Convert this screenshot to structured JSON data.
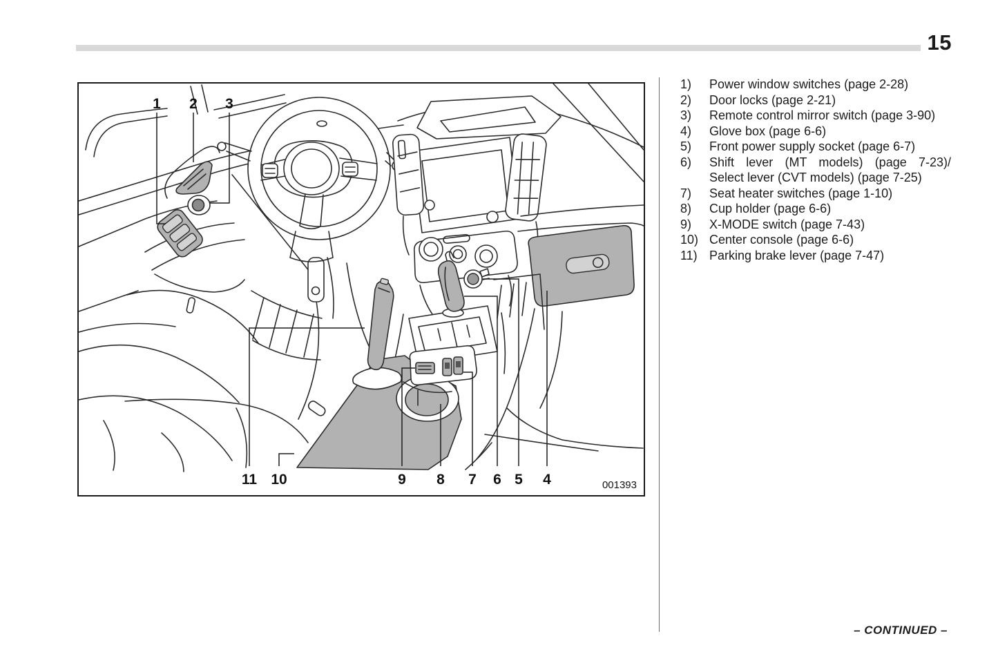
{
  "page": {
    "number": "15",
    "continued_label": "– CONTINUED –"
  },
  "figure": {
    "image_code": "001393",
    "callouts": {
      "c1": "1",
      "c2": "2",
      "c3": "3",
      "c4": "4",
      "c5": "5",
      "c6": "6",
      "c7": "7",
      "c8": "8",
      "c9": "9",
      "c10": "10",
      "c11": "11"
    }
  },
  "legend": {
    "items": [
      {
        "num": "1)",
        "text": "Power window switches (page 2-28)"
      },
      {
        "num": "2)",
        "text": "Door locks (page 2-21)"
      },
      {
        "num": "3)",
        "text": "Remote control mirror switch (page 3-90)"
      },
      {
        "num": "4)",
        "text": "Glove box (page 6-6)"
      },
      {
        "num": "5)",
        "text": "Front power supply socket (page 6-7)"
      },
      {
        "num": "6)",
        "text": "Shift lever (MT models) (page 7-23)/",
        "text2": "Select lever (CVT models) (page 7-25)"
      },
      {
        "num": "7)",
        "text": "Seat heater switches (page 1-10)"
      },
      {
        "num": "8)",
        "text": "Cup holder (page 6-6)"
      },
      {
        "num": "9)",
        "text": "X-MODE switch (page 7-43)"
      },
      {
        "num": "10)",
        "text": "Center console (page 6-6)"
      },
      {
        "num": "11)",
        "text": "Parking brake lever (page 7-47)"
      }
    ]
  },
  "colors": {
    "header_bar": "#d9d9d9",
    "line_art": "#2b2b2b",
    "shaded_parts": "#b2b2b2"
  }
}
